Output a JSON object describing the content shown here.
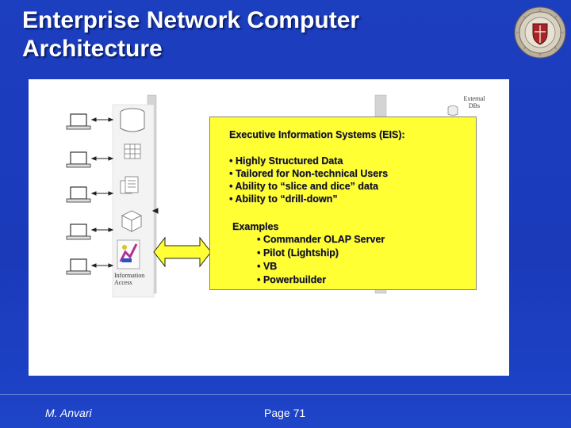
{
  "slide": {
    "title_line1": "Enterprise Network Computer",
    "title_line2": "Architecture"
  },
  "eis": {
    "heading": "Executive Information Systems (EIS):",
    "features": [
      "• Highly Structured Data",
      "• Tailored for Non-technical Users",
      "• Ability to “slice and dice” data",
      "• Ability to “drill-down”"
    ],
    "examples_heading": "Examples",
    "examples": [
      "• Commander OLAP Server",
      "• Pilot (Lightship)",
      "• VB",
      "• Powerbuilder"
    ]
  },
  "diagram": {
    "external_label": "External DBs",
    "info_access_label": "Information Access"
  },
  "footer": {
    "author": "M. Anvari",
    "page": "Page 71"
  },
  "colors": {
    "background": "#1c3fbf",
    "eis_box": "#ffff33",
    "arrow": "#ffff33"
  },
  "icons": {
    "seal": "university-seal-icon",
    "client": "computer-terminal-icon",
    "database": "database-cylinder-icon",
    "grid": "spreadsheet-grid-icon",
    "document": "document-stack-icon",
    "cube": "olap-cube-icon"
  }
}
